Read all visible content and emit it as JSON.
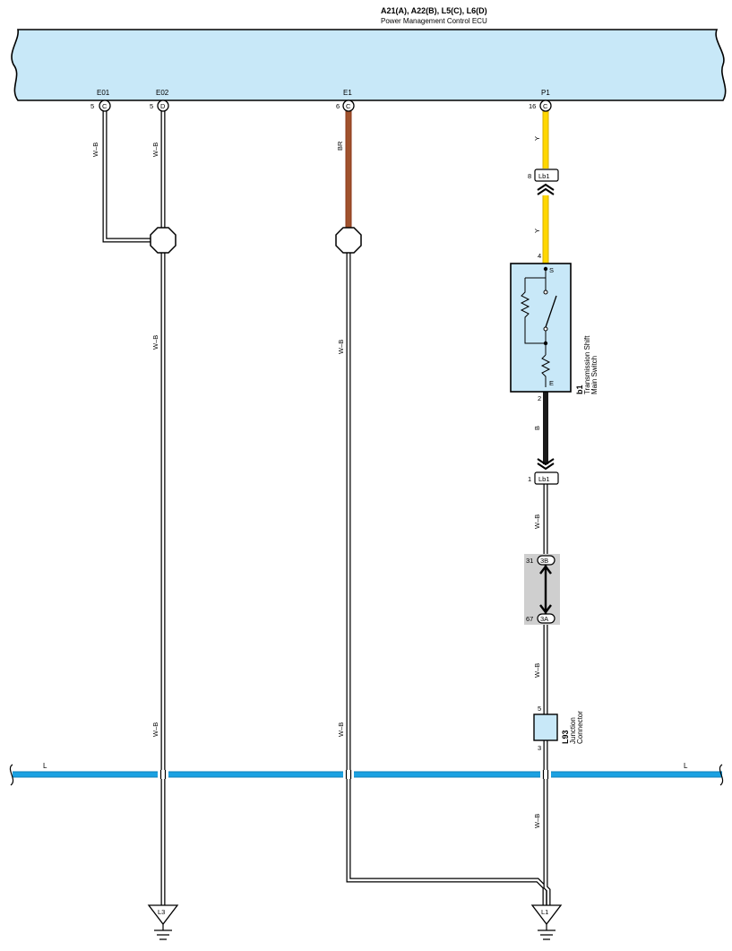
{
  "ecu": {
    "code": "A21(A), A22(B), L5(C), L6(D)",
    "name": "Power Management Control ECU",
    "color": "#c8e8f8",
    "pins": [
      {
        "id": "e01",
        "name": "E01",
        "pin": "5",
        "conn": "C"
      },
      {
        "id": "e02",
        "name": "E02",
        "pin": "5",
        "conn": "D"
      },
      {
        "id": "e1",
        "name": "E1",
        "pin": "6",
        "conn": "C"
      },
      {
        "id": "p1",
        "name": "P1",
        "pin": "16",
        "conn": "C"
      }
    ]
  },
  "wire_colors": {
    "white_black": "#ffffff",
    "brown": "#a0522d",
    "yellow": "#ffd700",
    "black": "#1a1a1a",
    "blue": "#1ba1e2"
  },
  "wires": {
    "e01_label": "W–B",
    "e02_label_top": "W–B",
    "e02_label_mid": "W–B",
    "e02_label_low": "W–B",
    "e1_label_top": "BR",
    "e1_label_mid": "W–B",
    "e1_label_low": "W–B",
    "p1_label_top": "Y",
    "p1_label_mid": "Y",
    "switch_out_label": "B",
    "lb1_bottom_label": "W–B",
    "j_to_l93_label": "W–B",
    "l93_down_label": "W–B",
    "bus_label_left": "L",
    "bus_label_right": "L"
  },
  "connectors": {
    "lb1_top": {
      "name": "Lb1",
      "pin": "8"
    },
    "lb1_bottom": {
      "name": "Lb1",
      "pin": "1"
    },
    "junction_3b": {
      "name": "3B",
      "pin": "31"
    },
    "junction_3a": {
      "name": "3A",
      "pin": "67"
    }
  },
  "switch": {
    "code": "b1",
    "name_line1": "Transmission Shift",
    "name_line2": "Main Switch",
    "pin_top": "4",
    "pin_bottom": "2",
    "terminal_s": "S",
    "terminal_e": "E",
    "color": "#c8e8f8"
  },
  "junction_connector": {
    "code": "L93",
    "name_line1": "Junction",
    "name_line2": "Connector",
    "pin_top": "5",
    "pin_bottom": "3",
    "color": "#c8e8f8"
  },
  "grounds": [
    {
      "id": "l3",
      "label": "L3"
    },
    {
      "id": "l1",
      "label": "L1"
    }
  ]
}
